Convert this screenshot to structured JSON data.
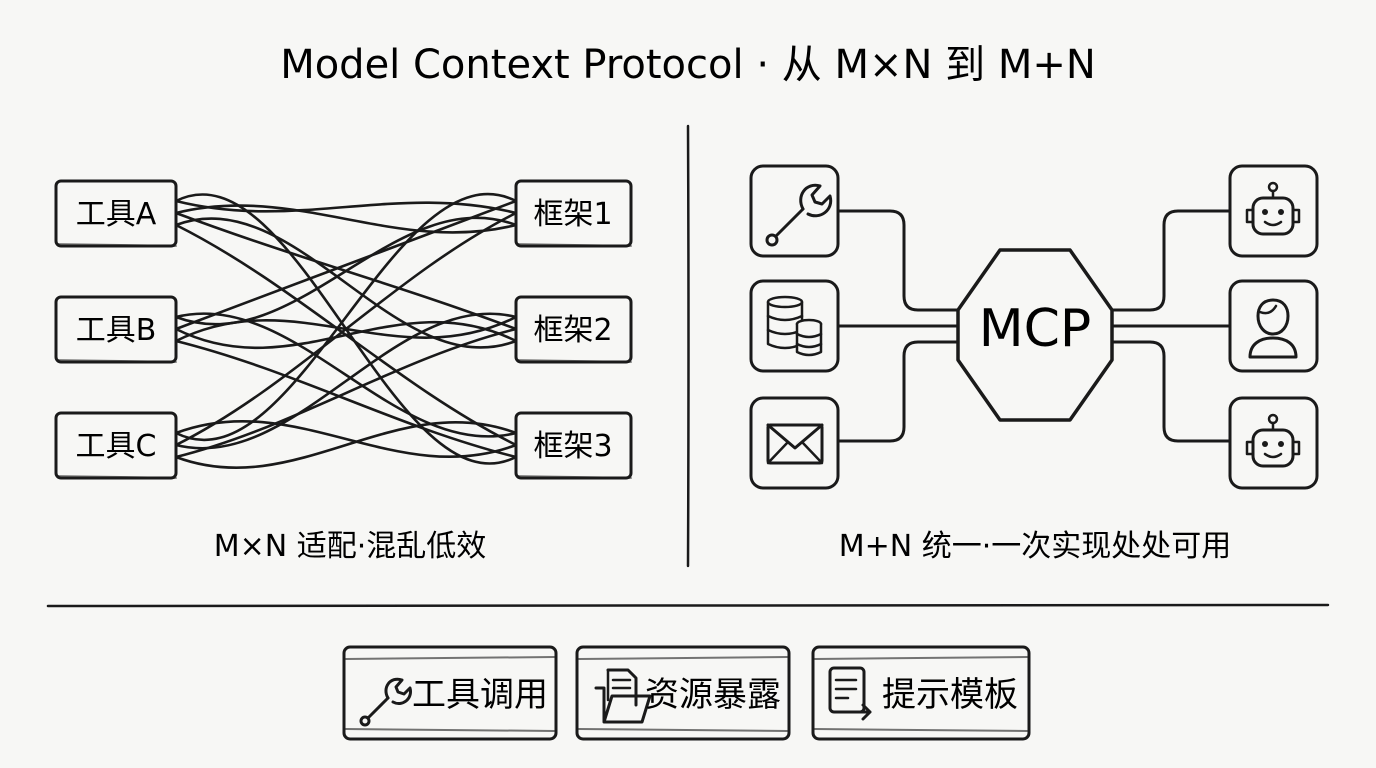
{
  "title": "Model Context Protocol · 从 M×N 到 M+N",
  "left": {
    "tools": [
      "工具A",
      "工具B",
      "工具C"
    ],
    "frameworks": [
      "框架1",
      "框架2",
      "框架3"
    ],
    "caption": "M×N 适配·混乱低效"
  },
  "right": {
    "hub_label": "MCP",
    "sources": [
      {
        "icon": "wrench-icon"
      },
      {
        "icon": "database-icon"
      },
      {
        "icon": "mail-icon"
      }
    ],
    "clients": [
      {
        "icon": "robot-icon"
      },
      {
        "icon": "user-icon"
      },
      {
        "icon": "robot-icon"
      }
    ],
    "caption": "M+N 统一·一次实现处处可用"
  },
  "features": [
    {
      "label": "工具调用",
      "icon": "wrench-icon"
    },
    {
      "label": "资源暴露",
      "icon": "folder-document-icon"
    },
    {
      "label": "提示模板",
      "icon": "template-document-icon"
    }
  ]
}
